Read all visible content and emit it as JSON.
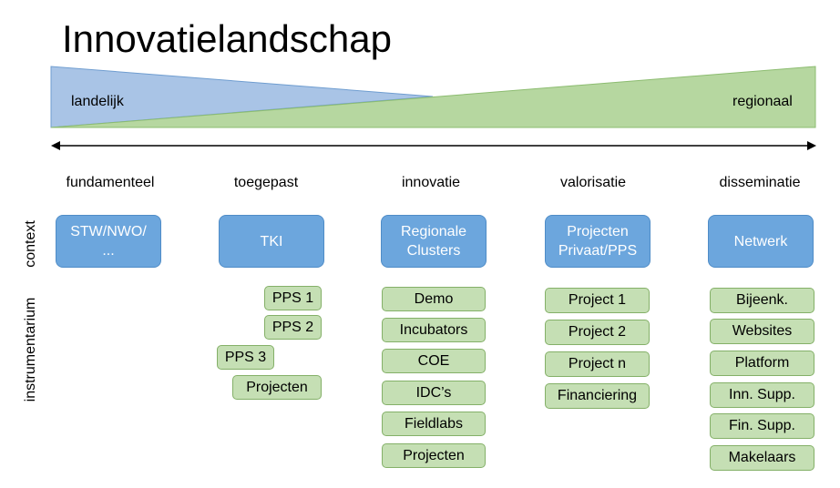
{
  "title": "Innovatielandschap",
  "gradient": {
    "left_label": "landelijk",
    "right_label": "regionaal",
    "left_color": "#a9c4e6",
    "right_color": "#b6d7a0"
  },
  "row_labels": {
    "context": "context",
    "instrumentarium": "instrumentarium"
  },
  "columns": [
    {
      "heading": "fundamenteel",
      "context": "STW/NWO/\n...",
      "items": []
    },
    {
      "heading": "toegepast",
      "context": "TKI",
      "items": [
        "PPS 1",
        "PPS 2",
        "PPS 3",
        "Projecten"
      ]
    },
    {
      "heading": "innovatie",
      "context": "Regionale\nClusters",
      "items": [
        "Demo",
        "Incubators",
        "COE",
        "IDC’s",
        "Fieldlabs",
        "Projecten"
      ]
    },
    {
      "heading": "valorisatie",
      "context": "Projecten\nPrivaat/PPS",
      "items": [
        "Project 1",
        "Project 2",
        "Project n",
        "Financiering"
      ]
    },
    {
      "heading": "disseminatie",
      "context": "Netwerk",
      "items": [
        "Bijeenk.",
        "Websites",
        "Platform",
        "Inn. Supp.",
        "Fin. Supp.",
        "Makelaars"
      ]
    }
  ]
}
